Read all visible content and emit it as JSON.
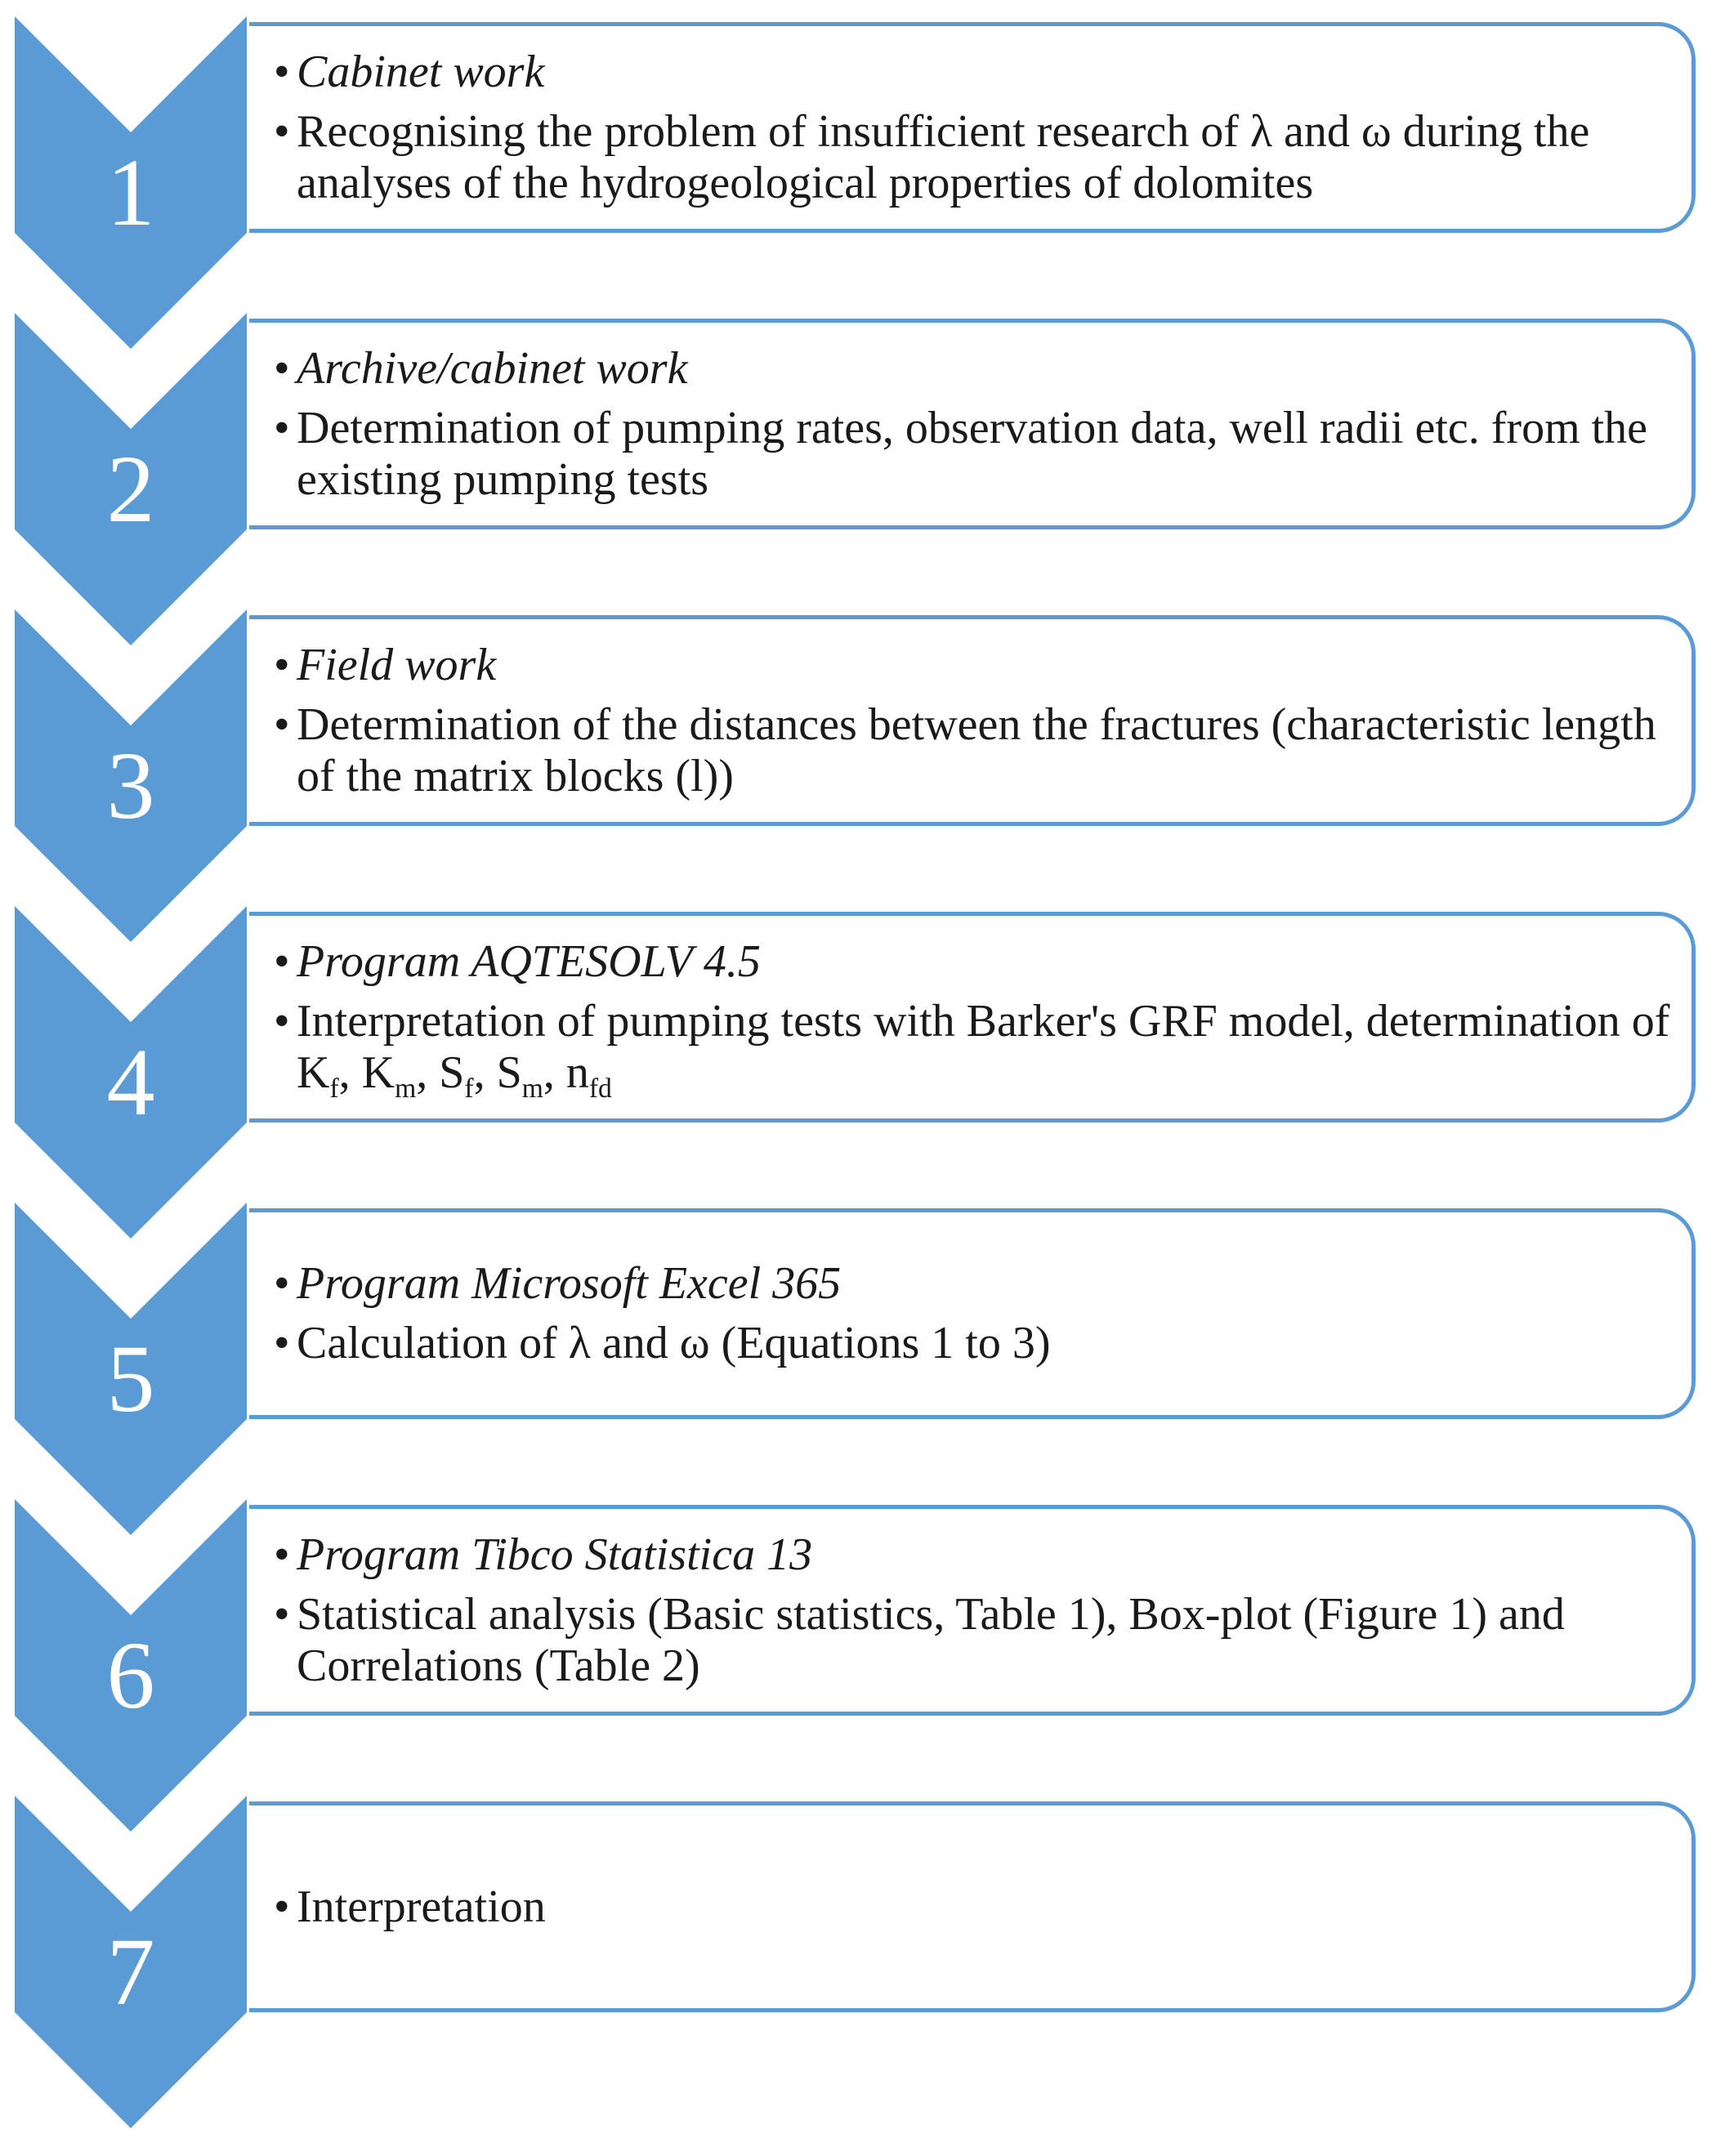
{
  "colors": {
    "accent": "#5b9bd5",
    "chevron_fill": "#5b9bd5",
    "box_border": "#5b9bd5",
    "number_text": "#ffffff",
    "body_text": "#1a1a1a"
  },
  "steps": [
    {
      "number": "1",
      "heading": "Cabinet work",
      "description": [
        "Recognising the problem of insufficient research of λ and ω during the analyses of the hydrogeological properties of dolomites"
      ]
    },
    {
      "number": "2",
      "heading": "Archive/cabinet work",
      "description": [
        "Determination of pumping rates, observation data, well radii etc. from the existing pumping tests"
      ]
    },
    {
      "number": "3",
      "heading": "Field work",
      "description": [
        "Determination of the distances between the fractures (characteristic length of the matrix blocks (l))"
      ]
    },
    {
      "number": "4",
      "heading": "Program AQTESOLV 4.5",
      "description": [
        "Interpretation of pumping tests with Barker's GRF model, determination of K",
        "f",
        ", K",
        "m",
        ", S",
        "f",
        ", S",
        "m",
        ", n",
        "fd"
      ]
    },
    {
      "number": "5",
      "heading": "Program Microsoft Excel 365",
      "description": [
        "Calculation of λ and ω (Equations 1 to 3)"
      ]
    },
    {
      "number": "6",
      "heading": "Program Tibco Statistica 13",
      "description": [
        "Statistical analysis (Basic statistics, Table 1), Box-plot (Figure 1) and Correlations (Table 2)"
      ]
    },
    {
      "number": "7",
      "heading": "",
      "description": [
        "Interpretation"
      ]
    }
  ]
}
